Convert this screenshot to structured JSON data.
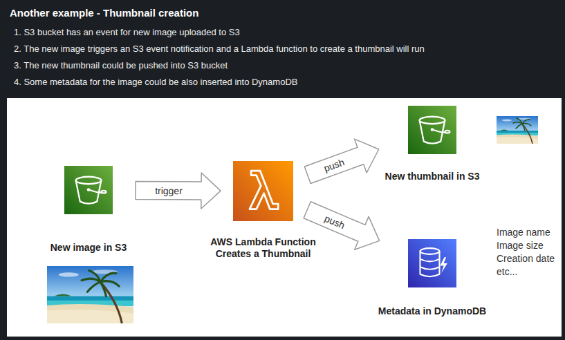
{
  "diagram": {
    "title": "Another example - Thumbnail creation",
    "nodes": [
      {
        "text": [
          "New image in S3"
        ]
      },
      {
        "text": [
          "AWS Lambda Function Creates a Thumbnail"
        ]
      },
      {
        "text": [
          "New thumbnail in S3"
        ]
      },
      {
        "text": [
          "Metadata in DynamoDB"
        ]
      }
    ],
    "edges": [
      {
        "from": 0,
        "to": 1,
        "arrow": "to",
        "label": "trigger"
      },
      {
        "from": 1,
        "to": 2,
        "arrow": "to",
        "label": "push"
      },
      {
        "from": 1,
        "to": 3,
        "arrow": "to",
        "label": "push"
      }
    ],
    "labels": [
      "1. S3 bucket has an event for new image uploaded to S3",
      "2. The new image triggers an S3 event notification and a Lambda function to create a thumbnail will run",
      "3. The new thumbnail could be pushed into S3 bucket",
      "4. Some metadata for the image could be also inserted into DynamoDB",
      "Image name Image size Creation date etc..."
    ]
  }
}
